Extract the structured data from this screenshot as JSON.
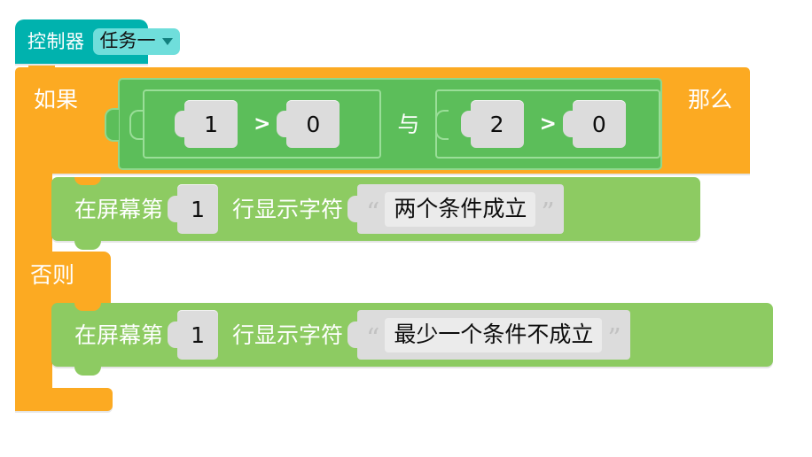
{
  "hat": {
    "label": "控制器",
    "dropdown_value": "任务一",
    "dropdown_icon": "chevron-down-icon",
    "color": "#00b2ae",
    "dropdown_color": "#6fdedb"
  },
  "if_block": {
    "if_label": "如果",
    "then_label": "那么",
    "else_label": "否则",
    "color": "#fcaa22"
  },
  "condition": {
    "operator_label": "与",
    "color": "#5cbe5a",
    "left": {
      "a": "1",
      "op": ">",
      "b": "0"
    },
    "right": {
      "a": "2",
      "op": ">",
      "b": "0"
    }
  },
  "statements": [
    {
      "prefix": "在屏幕第",
      "line": "1",
      "middle": "行显示字符",
      "open_quote": "“",
      "text": "两个条件成立",
      "close_quote": "”",
      "color": "#8dcb62"
    },
    {
      "prefix": "在屏幕第",
      "line": "1",
      "middle": "行显示字符",
      "open_quote": "“",
      "text": "最少一个条件不成立",
      "close_quote": "”",
      "color": "#8dcb62"
    }
  ]
}
